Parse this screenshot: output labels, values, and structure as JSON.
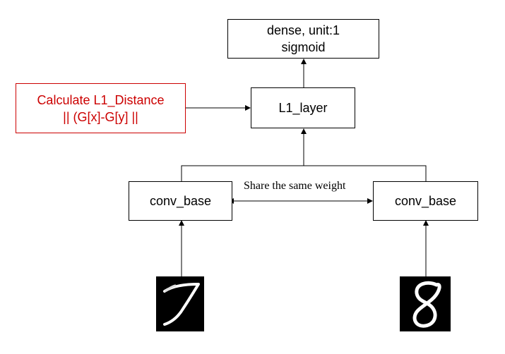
{
  "nodes": {
    "dense": {
      "line1": "dense, unit:1",
      "line2": "sigmoid"
    },
    "l1_layer": {
      "label": "L1_layer"
    },
    "l1_note": {
      "line1": "Calculate L1_Distance",
      "line2": "|| (G[x]-G[y] ||",
      "color": "#cc0000"
    },
    "conv_left": {
      "label": "conv_base"
    },
    "conv_right": {
      "label": "conv_base"
    }
  },
  "edge_label": "Share the same weight",
  "inputs": [
    {
      "digit": "7",
      "kind": "handwritten-digit-image"
    },
    {
      "digit": "8",
      "kind": "handwritten-digit-image"
    }
  ],
  "colors": {
    "line": "#000000",
    "note": "#cc0000",
    "image_bg": "#000000",
    "stroke": "#ffffff"
  }
}
